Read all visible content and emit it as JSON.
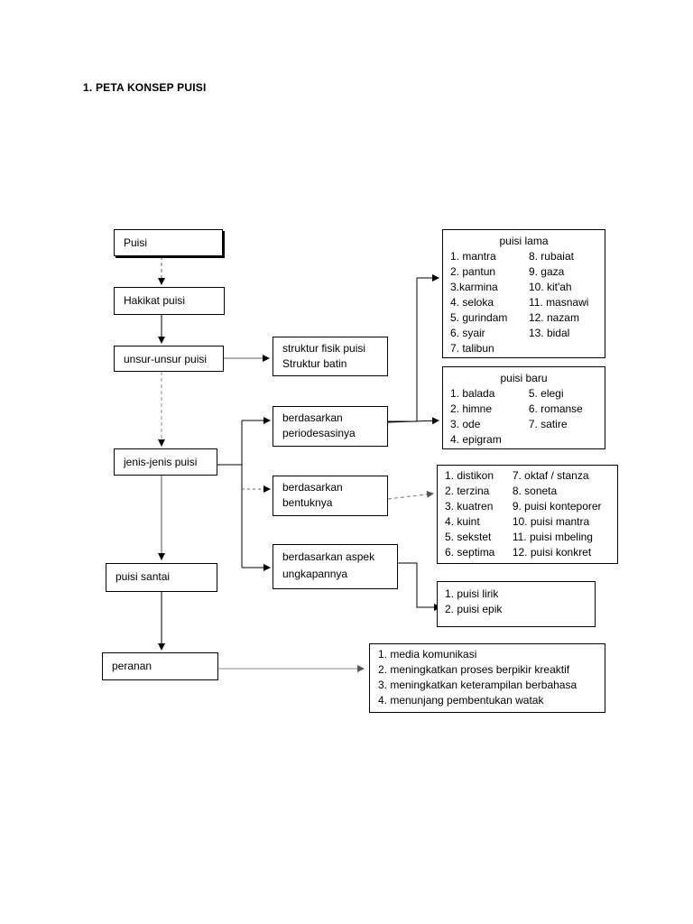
{
  "title": "1. PETA KONSEP PUISI",
  "nodes": {
    "puisi": "Puisi",
    "hakikat": "Hakikat puisi",
    "unsur": "unsur-unsur puisi",
    "struktur": [
      "struktur fisik puisi",
      "Struktur batin"
    ],
    "jenis": "jenis-jenis puisi",
    "periodesasi": [
      "berdasarkan",
      "periodesasinya"
    ],
    "bentuk": [
      "berdasarkan",
      "bentuknya"
    ],
    "aspek": [
      "berdasarkan aspek",
      "ungkapannya"
    ],
    "santai": "puisi santai",
    "peranan": "peranan"
  },
  "puisi_lama": {
    "heading": "puisi  lama",
    "rows": [
      [
        "1. mantra",
        "8. rubaiat"
      ],
      [
        "2. pantun",
        "9. gaza"
      ],
      [
        "3.karmina",
        "10. kit'ah"
      ],
      [
        "4. seloka",
        "11. masnawi"
      ],
      [
        "5. gurindam",
        "12. nazam"
      ],
      [
        "6. syair",
        "13. bidal"
      ],
      [
        "7. talibun",
        ""
      ]
    ]
  },
  "puisi_baru": {
    "heading": "puisi baru",
    "rows": [
      [
        "1. balada",
        "5. elegi"
      ],
      [
        "2. himne",
        "6. romanse"
      ],
      [
        "3. ode",
        "7. satire"
      ],
      [
        "4. epigram",
        ""
      ]
    ]
  },
  "bentuk_list": {
    "rows": [
      [
        "1. distikon",
        "7. oktaf / stanza"
      ],
      [
        "2. terzina",
        "8. soneta"
      ],
      [
        "3. kuatren",
        "9. puisi konteporer"
      ],
      [
        "4. kuint",
        "10. puisi mantra"
      ],
      [
        "5. sekstet",
        "11. puisi mbeling"
      ],
      [
        "6. septima",
        "12. puisi konkret"
      ]
    ]
  },
  "aspek_list": [
    "1. puisi lirik",
    "2. puisi epik"
  ],
  "peranan_list": [
    "1. media komunikasi",
    "2. meningkatkan proses  berpikir kreaktif",
    "3. meningkatkan keterampilan berbahasa",
    "4. menunjang pembentukan watak"
  ]
}
